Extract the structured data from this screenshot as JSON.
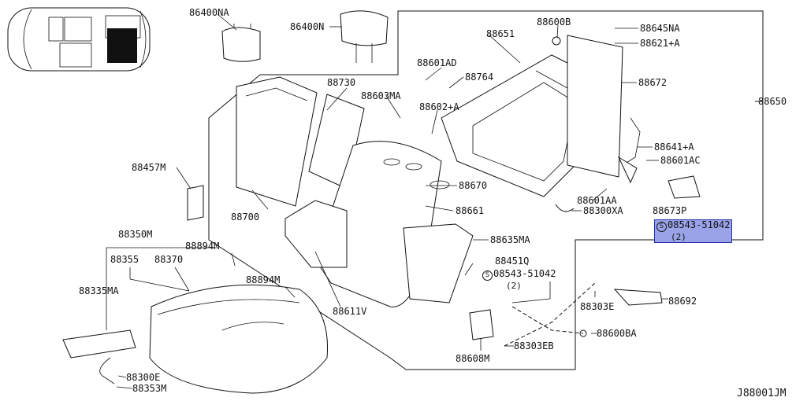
{
  "diagram_code": "J88001JM",
  "parts": {
    "p86400NA": "86400NA",
    "p86400N": "86400N",
    "p88600B": "88600B",
    "p88645NA": "88645NA",
    "p88651": "88651",
    "p88621A": "88621+A",
    "p88601AD": "88601AD",
    "p88764": "88764",
    "p88672": "88672",
    "p88730": "88730",
    "p88603MA": "88603MA",
    "p88602A": "88602+A",
    "p88650": "88650",
    "p88641A": "88641+A",
    "p88601AC": "88601AC",
    "p88457M": "88457M",
    "p88670": "88670",
    "p88601AA": "88601AA",
    "p88300XA": "88300XA",
    "p88673P": "88673P",
    "p88700": "88700",
    "p88661": "88661",
    "p08543a": "08543-51042",
    "qty_a": "(2)",
    "p88350M": "88350M",
    "p88635MA": "88635MA",
    "p88894M_a": "88894M",
    "p88355": "88355",
    "p88370": "88370",
    "p88451Q": "88451Q",
    "p08543b": "08543-51042",
    "qty_b": "(2)",
    "p88335MA": "88335MA",
    "p88894M_b": "88894M",
    "p88303E": "88303E",
    "p88692": "88692",
    "p88611V": "88611V",
    "p88600BA": "88600BA",
    "p88303EB": "88303EB",
    "p88608M": "88608M",
    "p88300E": "88300E",
    "p88353M": "88353M",
    "screw_symbol": "S"
  },
  "colors": {
    "highlight_bg": "#9aa3e8",
    "highlight_border": "#2233aa",
    "ink": "#111111"
  }
}
